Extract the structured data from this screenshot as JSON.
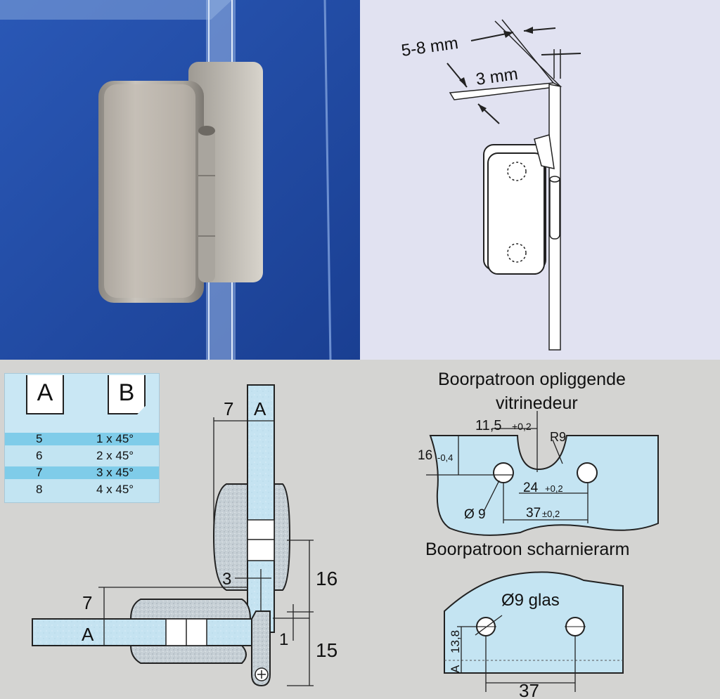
{
  "photo_labels": {
    "glass_thickness": "5-8 mm",
    "edge_gap": "3 mm"
  },
  "table": {
    "headers": [
      "A",
      "B"
    ],
    "rows": [
      {
        "a": "5",
        "b": "1 x 45°"
      },
      {
        "a": "6",
        "b": "2 x 45°"
      },
      {
        "a": "7",
        "b": "3 x 45°"
      },
      {
        "a": "8",
        "b": "4 x 45°"
      }
    ]
  },
  "hinge_dims": {
    "top_offset": "7",
    "top_glass": "A",
    "left_offset": "7",
    "left_glass": "A",
    "arm_gap": "3",
    "height_upper": "16",
    "height_lower": "15",
    "pivot_gap": "1"
  },
  "pattern_door": {
    "title_line1": "Boorpatroon opliggende",
    "title_line2": "vitrinedeur",
    "notch": "11,5",
    "notch_tol": "+0,2",
    "radius": "R9",
    "depth": "16",
    "depth_tol": "-0,4",
    "hole_dia": "Ø 9",
    "inner": "24",
    "inner_tol": "+0,2",
    "outer": "37",
    "outer_tol": "±0,2"
  },
  "pattern_arm": {
    "title": "Boorpatroon scharnierarm",
    "hole_label": "Ø9 glas",
    "height": "13,8",
    "glass": "A",
    "spacing": "37"
  }
}
